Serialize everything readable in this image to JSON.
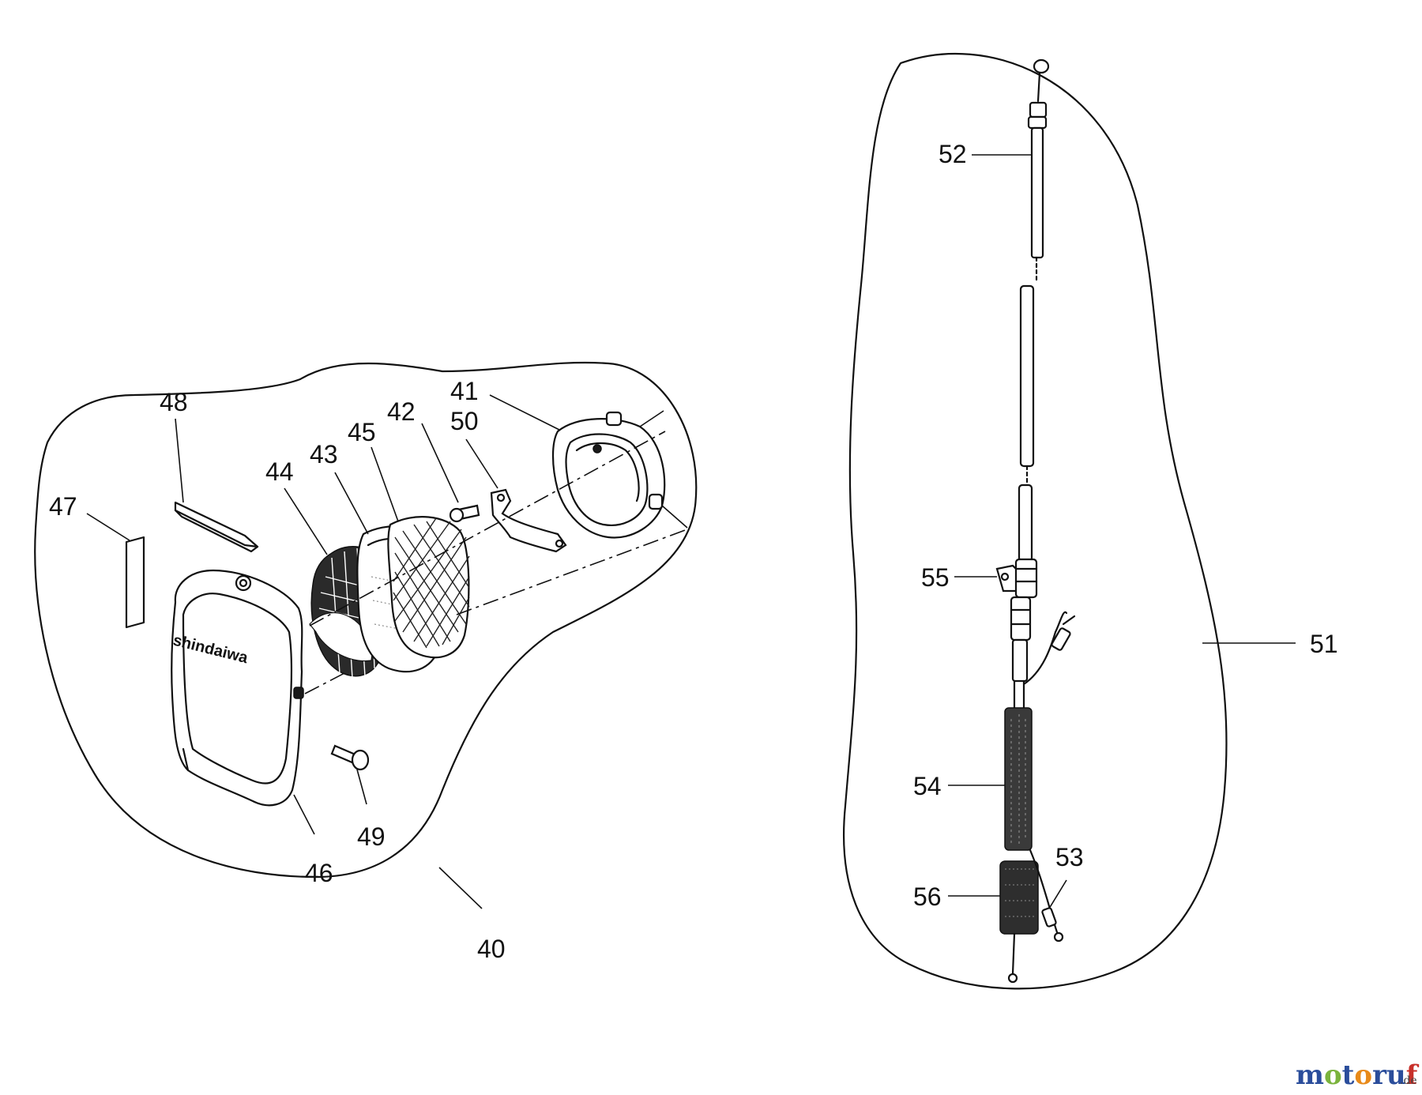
{
  "callouts": {
    "c40": "40",
    "c41": "41",
    "c42": "42",
    "c43": "43",
    "c44": "44",
    "c45": "45",
    "c46": "46",
    "c47": "47",
    "c48": "48",
    "c49": "49",
    "c50": "50",
    "c51": "51",
    "c52": "52",
    "c53": "53",
    "c54": "54",
    "c55": "55",
    "c56": "56"
  },
  "cover_brand": "shindaiwa",
  "watermark": {
    "main_m": "m",
    "main_o1": "o",
    "main_t": "t",
    "main_o2": "o",
    "main_r": "r",
    "main_u": "u",
    "main_f": "f",
    "suffix": ".de"
  }
}
